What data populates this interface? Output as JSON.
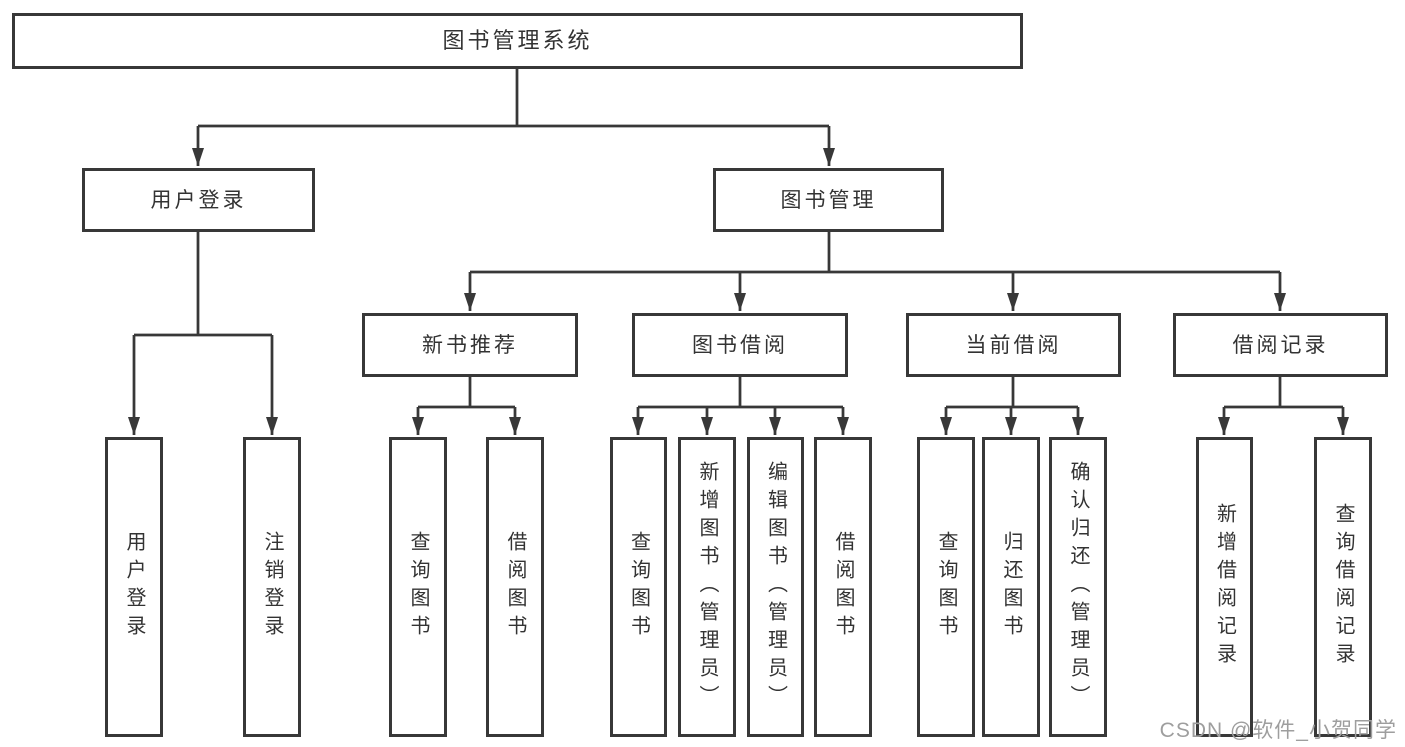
{
  "diagram_title": "图书管理系统",
  "tree": {
    "root": "图书管理系统",
    "branches": [
      {
        "label": "用户登录",
        "children": [
          "用户登录",
          "注销登录"
        ]
      },
      {
        "label": "图书管理",
        "groups": [
          {
            "label": "新书推荐",
            "children": [
              "查询图书",
              "借阅图书"
            ]
          },
          {
            "label": "图书借阅",
            "children": [
              "查询图书",
              "新增图书（管理员）",
              "编辑图书（管理员）",
              "借阅图书"
            ]
          },
          {
            "label": "当前借阅",
            "children": [
              "查询图书",
              "归还图书",
              "确认归还（管理员）"
            ]
          },
          {
            "label": "借阅记录",
            "children": [
              "新增借阅记录",
              "查询借阅记录"
            ]
          }
        ]
      }
    ]
  },
  "watermark": "CSDN @软件_小贺同学",
  "colors": {
    "line": "#383838",
    "text": "#333333",
    "background": "#ffffff",
    "watermark": "#9e9e9e"
  }
}
